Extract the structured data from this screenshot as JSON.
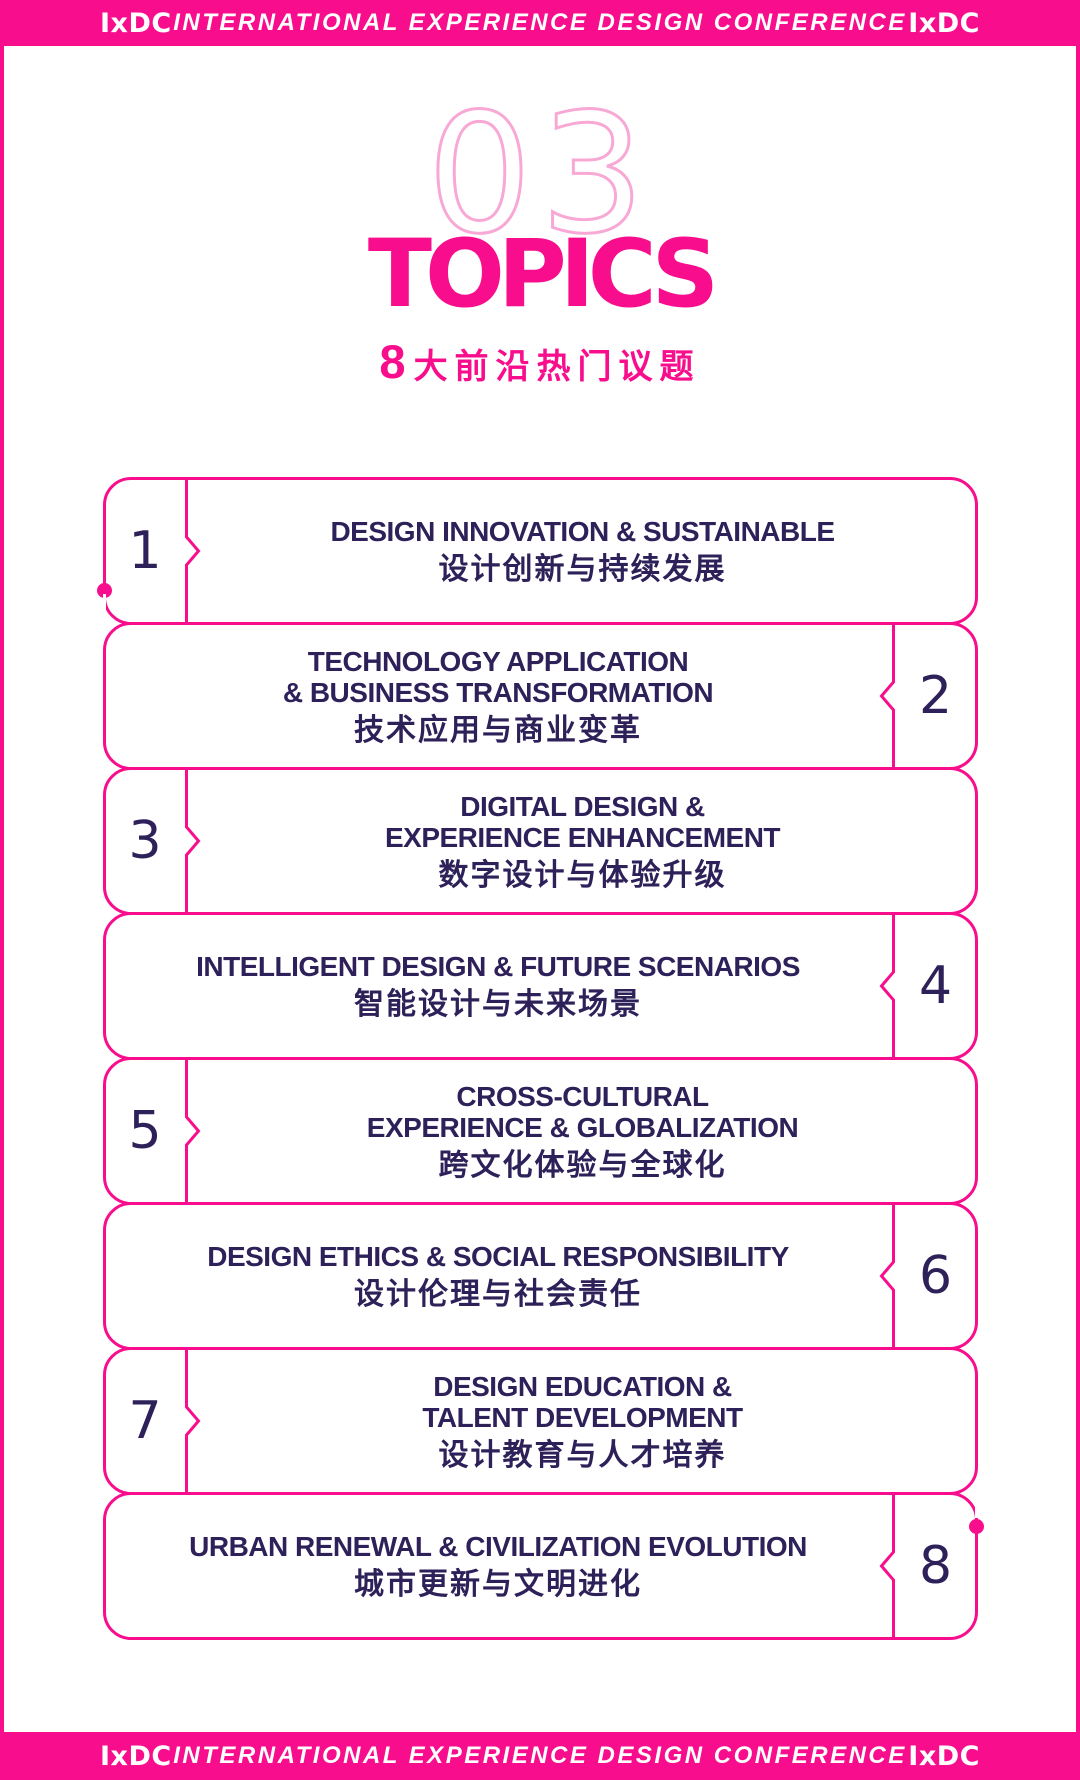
{
  "colors": {
    "pink": "#F80D8C",
    "light_pink": "#F8A8D5",
    "ink": "#2E2159"
  },
  "banner": {
    "logo": "IxDC",
    "text": "INTERNATIONAL EXPERIENCE DESIGN CONFERENCE"
  },
  "hero": {
    "section_number": "03",
    "title": "TOPICS",
    "subtitle_number": "8",
    "subtitle_text": "大前沿热门议题"
  },
  "topics": [
    {
      "number": "1",
      "number_side": "left",
      "title_lines": [
        "DESIGN INNOVATION & SUSTAINABLE"
      ],
      "title_zh": "设计创新与持续发展"
    },
    {
      "number": "2",
      "number_side": "right",
      "title_lines": [
        "TECHNOLOGY APPLICATION",
        "& BUSINESS TRANSFORMATION"
      ],
      "title_zh": "技术应用与商业变革"
    },
    {
      "number": "3",
      "number_side": "left",
      "title_lines": [
        "DIGITAL DESIGN &",
        "EXPERIENCE ENHANCEMENT"
      ],
      "title_zh": "数字设计与体验升级"
    },
    {
      "number": "4",
      "number_side": "right",
      "title_lines": [
        "INTELLIGENT DESIGN & FUTURE SCENARIOS"
      ],
      "title_zh": "智能设计与未来场景"
    },
    {
      "number": "5",
      "number_side": "left",
      "title_lines": [
        "CROSS-CULTURAL",
        "EXPERIENCE & GLOBALIZATION"
      ],
      "title_zh": "跨文化体验与全球化"
    },
    {
      "number": "6",
      "number_side": "right",
      "title_lines": [
        "DESIGN ETHICS & SOCIAL RESPONSIBILITY"
      ],
      "title_zh": "设计伦理与社会责任"
    },
    {
      "number": "7",
      "number_side": "left",
      "title_lines": [
        "DESIGN EDUCATION &",
        "TALENT DEVELOPMENT"
      ],
      "title_zh": "设计教育与人才培养"
    },
    {
      "number": "8",
      "number_side": "right",
      "title_lines": [
        "URBAN RENEWAL & CIVILIZATION EVOLUTION"
      ],
      "title_zh": "城市更新与文明进化"
    }
  ]
}
